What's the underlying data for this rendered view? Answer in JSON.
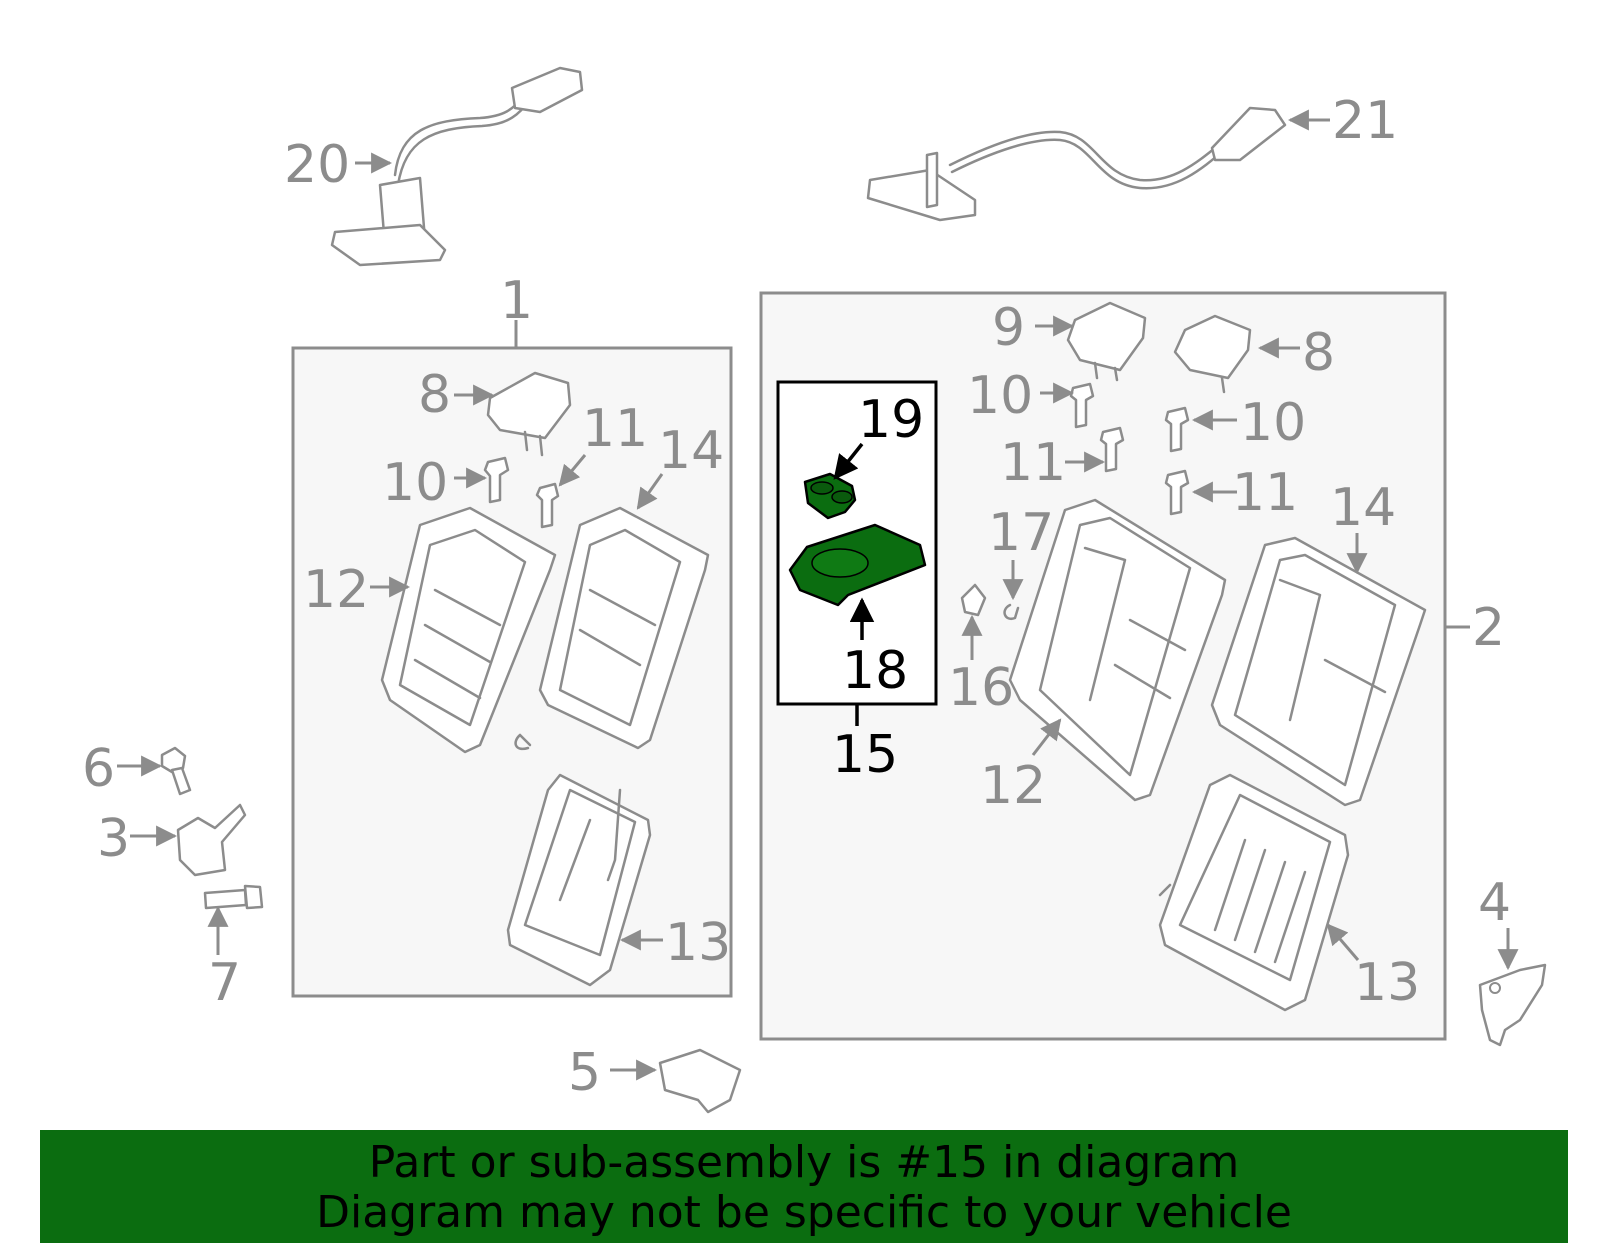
{
  "diagram": {
    "highlight_color": "#0b6d10",
    "part_color": "#8c8c8c",
    "callouts": {
      "c20": "20",
      "c21": "21",
      "c1": "1",
      "c2": "2",
      "c8_left": "8",
      "c10_left": "10",
      "c11_left": "11",
      "c14_left": "14",
      "c12_left": "12",
      "c13_left": "13",
      "c6": "6",
      "c3": "3",
      "c7": "7",
      "c5": "5",
      "c4": "4",
      "c9": "9",
      "c8_right": "8",
      "c10_right_a": "10",
      "c10_right_b": "10",
      "c11_right_a": "11",
      "c11_right_b": "11",
      "c14_right": "14",
      "c12_right": "12",
      "c13_right": "13",
      "c17": "17",
      "c16": "16",
      "c19": "19",
      "c18": "18",
      "c15": "15"
    }
  },
  "footer": {
    "line1": "Part or sub-assembly is #15 in diagram",
    "line2": "Diagram may not be specific to your vehicle"
  }
}
